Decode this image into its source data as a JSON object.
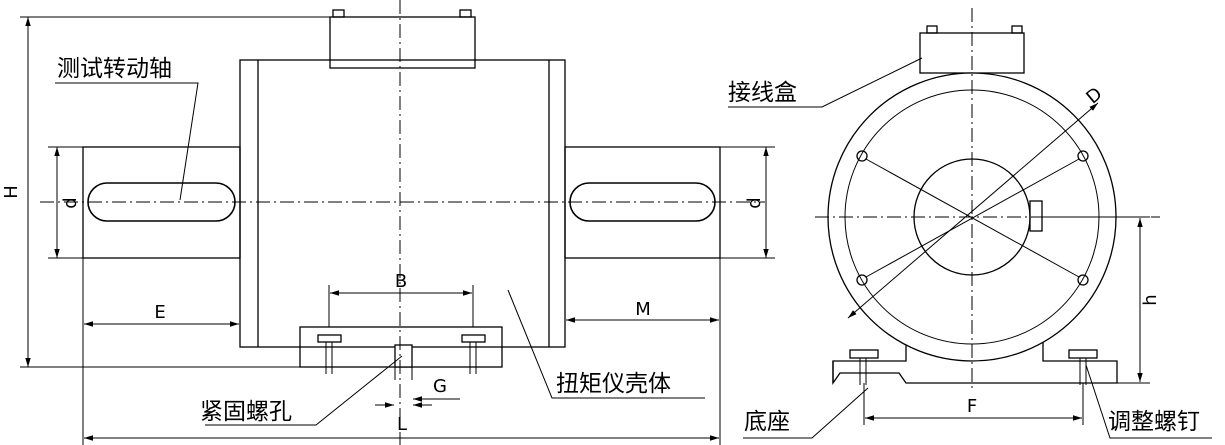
{
  "labels": {
    "test_shaft": "测试转动轴",
    "housing": "扭矩仪壳体",
    "fix_hole": "紧固螺孔",
    "junction_box": "接线盒",
    "base": "底座",
    "adjust_screw": "调整螺钉"
  },
  "dimensions": {
    "H": "H",
    "d_left": "d",
    "d_right": "d",
    "E": "E",
    "B": "B",
    "G": "G",
    "L": "L",
    "M": "M",
    "D": "D",
    "h": "h",
    "F": "F"
  }
}
